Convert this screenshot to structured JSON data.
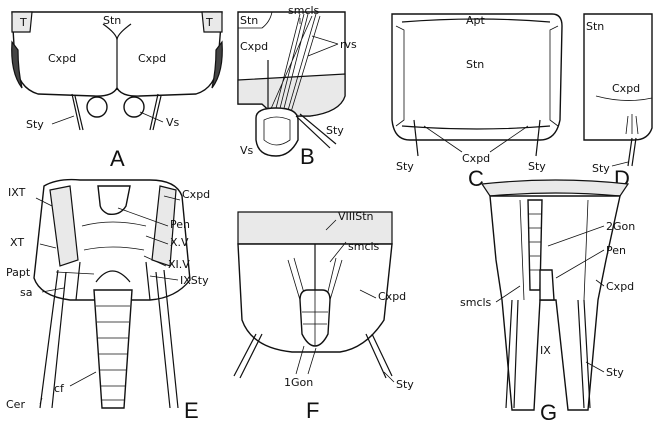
{
  "panels": {
    "A": {
      "letter": "A",
      "labels": [
        "T",
        "Stn",
        "T",
        "Cxpd",
        "Cxpd",
        "Sty",
        "Vs"
      ]
    },
    "B": {
      "letter": "B",
      "labels": [
        "Stn",
        "smcls",
        "Cxpd",
        "rvs",
        "Sty",
        "Vs"
      ]
    },
    "C": {
      "letter": "C",
      "labels": [
        "Apt",
        "Stn",
        "Sty",
        "Cxpd",
        "Sty"
      ]
    },
    "D": {
      "letter": "D",
      "labels": [
        "Stn",
        "Cxpd",
        "Sty"
      ]
    },
    "E": {
      "letter": "E",
      "labels": [
        "IXT",
        "Cxpd",
        "Pen",
        "XT",
        "X.V",
        "XI.V",
        "Papt",
        "IXSty",
        "sa",
        "cf",
        "Cer"
      ]
    },
    "F": {
      "letter": "F",
      "labels": [
        "VIIIStn",
        "smcls",
        "Cxpd",
        "1Gon",
        "Sty"
      ]
    },
    "G": {
      "letter": "G",
      "labels": [
        "2Gon",
        "Pen",
        "Cxpd",
        "smcls",
        "IX",
        "Sty"
      ]
    }
  }
}
